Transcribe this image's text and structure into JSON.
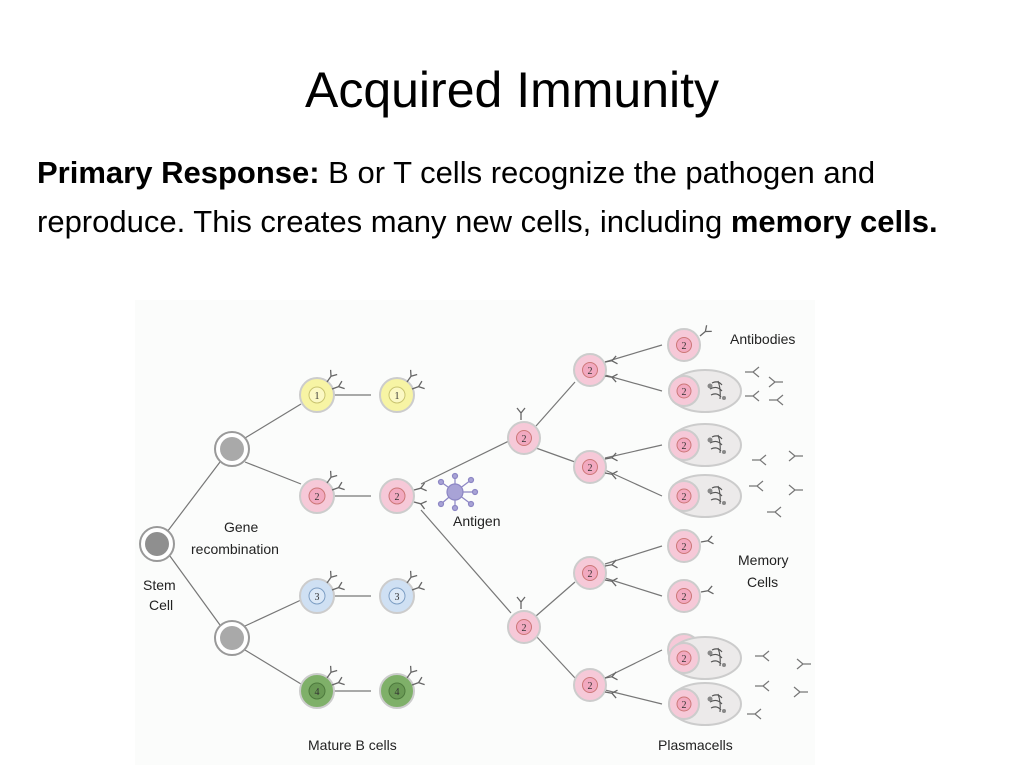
{
  "slide": {
    "title": "Acquired Immunity",
    "body": {
      "lead": "Primary Response:",
      "text": " B or T cells recognize the pathogen and reproduce.  This creates many new cells, including ",
      "emphasis": "memory cells."
    }
  },
  "diagram": {
    "labels": {
      "stem_cell": [
        "Stem",
        "Cell"
      ],
      "gene_recombination": [
        "Gene",
        "recombination"
      ],
      "mature_b_cells": "Mature B cells",
      "antigen": "Antigen",
      "antibodies": "Antibodies",
      "memory_cells": [
        "Memory",
        "Cells"
      ],
      "plasmacells": "Plasmacells"
    },
    "cell_numbers": [
      "1",
      "2",
      "3",
      "4"
    ],
    "colors": {
      "grey_cell": "#a9a9a9",
      "clone_1": "#f7f4a4",
      "clone_2": "#f6c9d8",
      "clone_3": "#cfe0f3",
      "clone_4": "#7fb069",
      "antigen": "#a8a3d6",
      "line": "#777777"
    }
  }
}
